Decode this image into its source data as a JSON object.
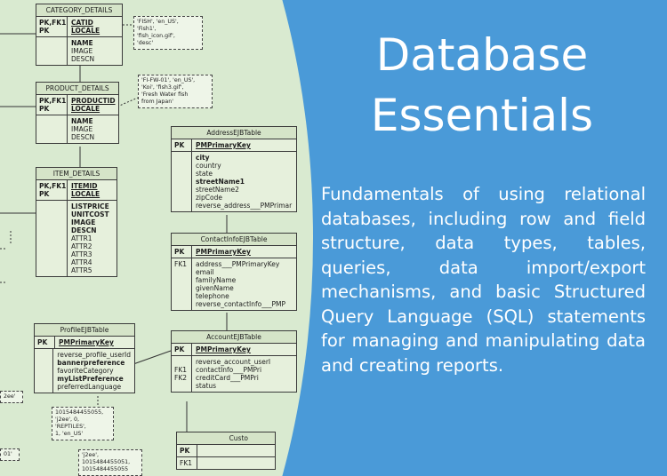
{
  "title": "Database\nEssentials",
  "title_line1": "Database",
  "title_line2": "Essentials",
  "description": "Fundamentals of using relational databases, including row and field structure, data types, tables, queries, data import/export mechanisms, and basic Structured Query Language (SQL) statements for managing and manipulating data and creating reports.",
  "colors": {
    "panel": "#4a9ad8",
    "diagram_bg": "#d9ead0",
    "text": "#ffffff"
  },
  "diagram": {
    "category": {
      "name": "CATEGORY_DETAILS",
      "keys": "PK,FK1\nPK",
      "key_fields": [
        "CATID",
        "LOCALE"
      ],
      "fields": [
        "NAME",
        "IMAGE",
        "DESCN"
      ]
    },
    "category_note": "'FISH', 'en_US',\n'Fish1',\n'fish_icon.gif',\n'desc'",
    "product": {
      "name": "PRODUCT_DETAILS",
      "keys": "PK,FK1\nPK",
      "key_fields": [
        "PRODUCTID",
        "LOCALE"
      ],
      "fields": [
        "NAME",
        "IMAGE",
        "DESCN"
      ]
    },
    "product_note": "'FI-FW-01', 'en_US',\n'Koi', 'fish3.gif',\n'Fresh Water fish\nfrom Japan'",
    "item": {
      "name": "ITEM_DETAILS",
      "keys": "PK,FK1\nPK",
      "key_fields": [
        "ITEMID",
        "LOCALE"
      ],
      "fields": [
        "LISTPRICE",
        "UNITCOST",
        "IMAGE",
        "DESCN",
        "ATTR1",
        "ATTR2",
        "ATTR3",
        "ATTR4",
        "ATTR5"
      ]
    },
    "address": {
      "name": "AddressEJBTable",
      "key": "PK",
      "key_field": "PMPrimaryKey",
      "fields": [
        "city",
        "country",
        "state",
        "streetName1",
        "streetName2",
        "zipCode",
        "reverse_address___PMPrimar"
      ]
    },
    "contact": {
      "name": "ContactInfoEJBTable",
      "key": "PK",
      "key_field": "PMPrimaryKey",
      "fk": "FK1",
      "fields": [
        "address___PMPrimaryKey",
        "email",
        "familyName",
        "givenName",
        "telephone",
        "reverse_contactInfo___PMP"
      ]
    },
    "profile": {
      "name": "ProfileEJBTable",
      "key": "PK",
      "key_field": "PMPrimaryKey",
      "fields": [
        "reverse_profile_userId",
        "bannerpreference",
        "favoriteCategory",
        "myListPreference",
        "preferredLanguage"
      ]
    },
    "profile_note": "1015484455055,\n'j2ee', 0,\n'REPTILES',\n1, 'en_US'",
    "account": {
      "name": "AccountEJBTable",
      "key": "PK",
      "key_field": "PMPrimaryKey",
      "fk": "FK1\nFK2",
      "fields": [
        "reverse_account_userI",
        "contactInfo___PMPri",
        "creditCard___PMPri",
        "status"
      ]
    },
    "customer": {
      "name": "Custo",
      "key": "PK",
      "fk": "FK1"
    },
    "customer_note": "'j2ee',\n1015484455051,\n1015484455055",
    "side_notes": [
      "2ee'",
      "01'"
    ]
  }
}
